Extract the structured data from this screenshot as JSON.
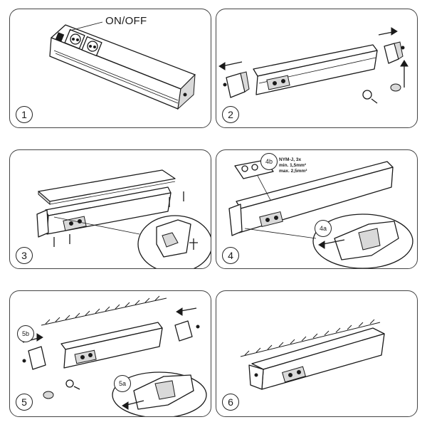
{
  "steps": [
    {
      "number": "1",
      "label": "ON/OFF"
    },
    {
      "number": "2"
    },
    {
      "number": "3"
    },
    {
      "number": "4",
      "callouts": [
        "4b",
        "4a"
      ],
      "spec_text": [
        "NYM-J, 3x",
        "min. 1,5mm²",
        "max. 2,5mm²"
      ]
    },
    {
      "number": "5",
      "callouts": [
        "5b",
        "5a"
      ]
    },
    {
      "number": "6"
    }
  ]
}
